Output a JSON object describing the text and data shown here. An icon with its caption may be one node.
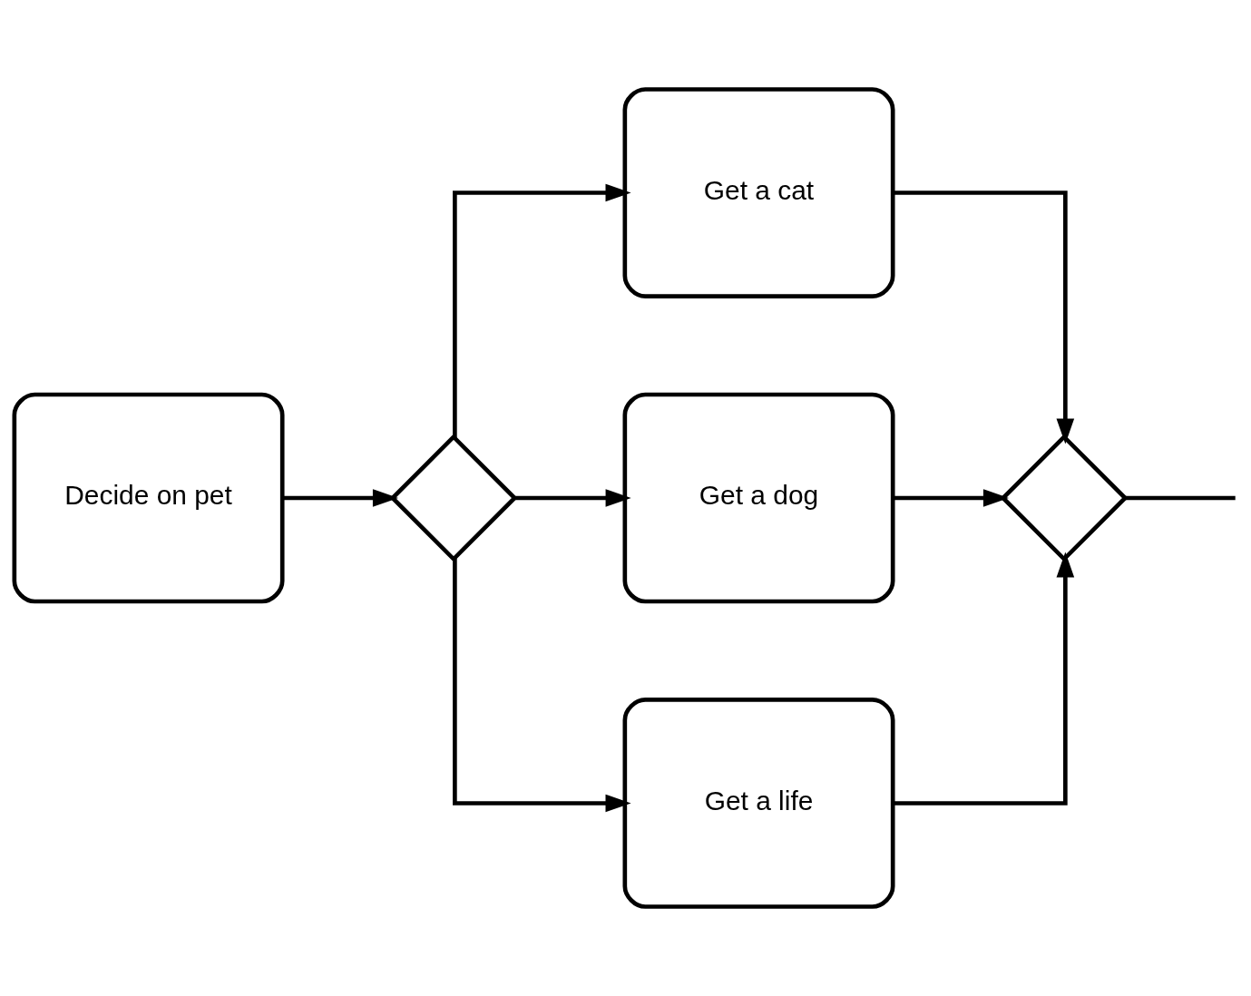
{
  "diagram": {
    "nodes": [
      {
        "text": [
          "Decide on pet"
        ]
      },
      {
        "text": [],
        "shape": "diamond"
      },
      {
        "text": [
          "Get a cat"
        ]
      },
      {
        "text": [
          "Get a dog"
        ]
      },
      {
        "text": [
          "Get a life"
        ]
      },
      {
        "text": [],
        "shape": "diamond"
      }
    ],
    "edges": [
      {
        "from": 0,
        "to": 1,
        "arrow": "to"
      },
      {
        "from": 1,
        "to": 2,
        "arrow": "to"
      },
      {
        "from": 1,
        "to": 3,
        "arrow": "to"
      },
      {
        "from": 1,
        "to": 4,
        "arrow": "to"
      },
      {
        "from": 2,
        "to": 5,
        "arrow": "to"
      },
      {
        "from": 3,
        "to": 5,
        "arrow": "to"
      },
      {
        "from": 4,
        "to": 5,
        "arrow": "to"
      },
      {
        "from": 5,
        "to": null,
        "arrow": "none"
      }
    ]
  }
}
